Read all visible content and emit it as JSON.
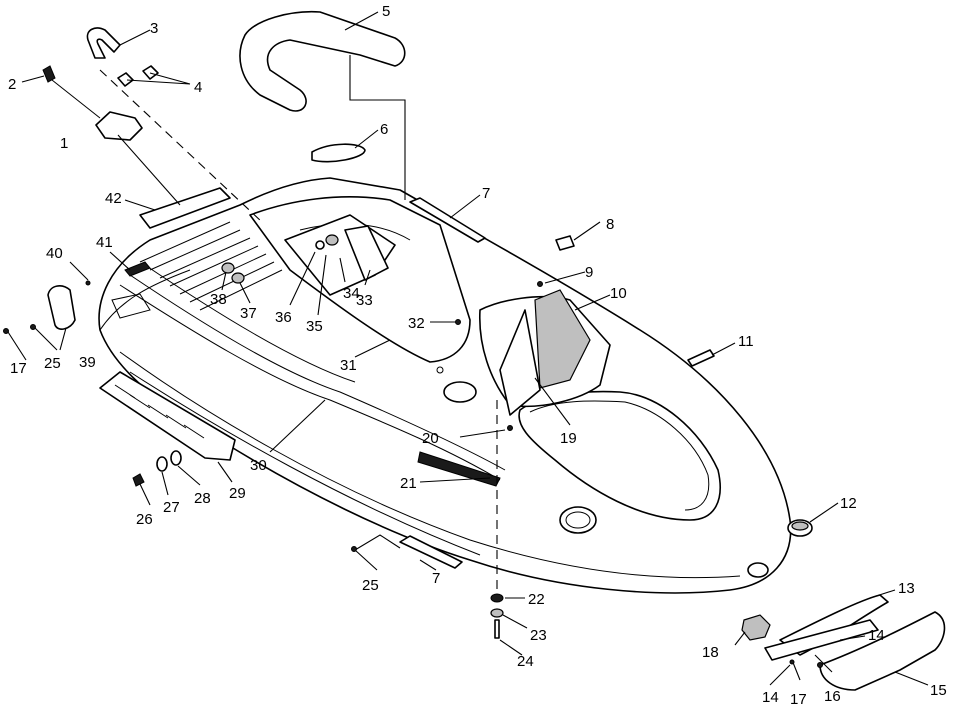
{
  "callouts": {
    "c1": "1",
    "c2": "2",
    "c3": "3",
    "c4": "4",
    "c5": "5",
    "c6": "6",
    "c7a": "7",
    "c7b": "7",
    "c8": "8",
    "c9": "9",
    "c10": "10",
    "c11": "11",
    "c12": "12",
    "c13": "13",
    "c14a": "14",
    "c14b": "14",
    "c15": "15",
    "c16": "16",
    "c17a": "17",
    "c17b": "17",
    "c18": "18",
    "c19": "19",
    "c20": "20",
    "c21": "21",
    "c22": "22",
    "c23": "23",
    "c24": "24",
    "c25a": "25",
    "c25b": "25",
    "c26": "26",
    "c27": "27",
    "c28": "28",
    "c29": "29",
    "c30": "30",
    "c31": "31",
    "c32": "32",
    "c33": "33",
    "c34": "34",
    "c35": "35",
    "c36": "36",
    "c37": "37",
    "c38": "38",
    "c39": "39",
    "c40": "40",
    "c41": "41",
    "c42": "42"
  }
}
